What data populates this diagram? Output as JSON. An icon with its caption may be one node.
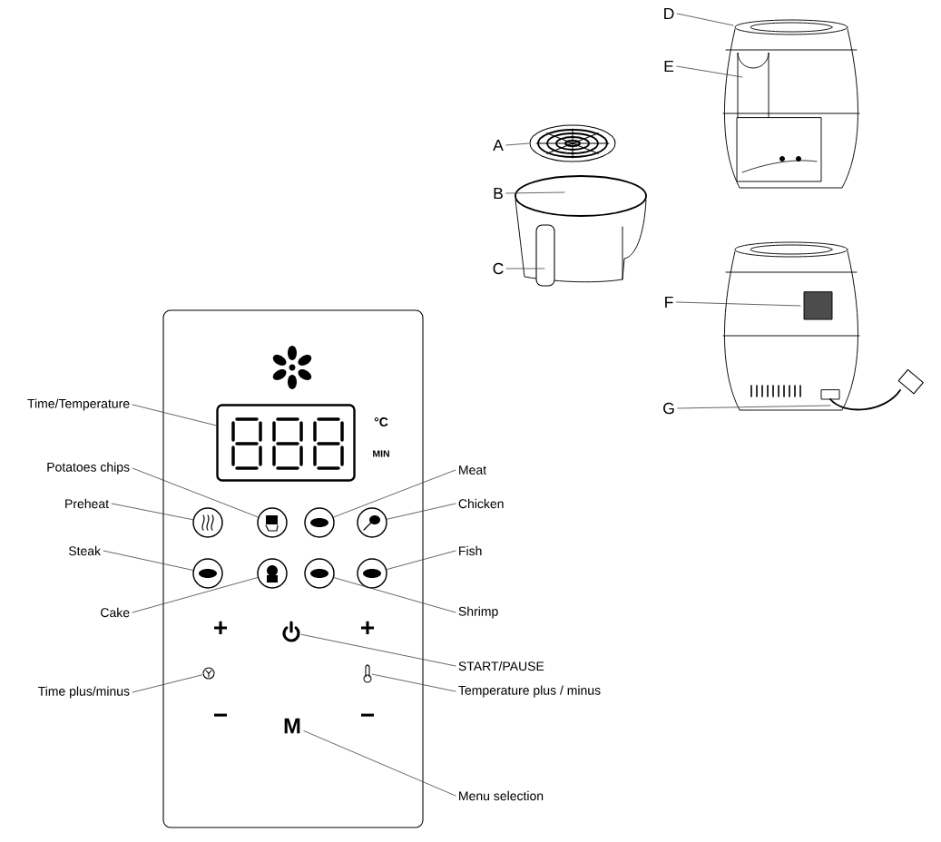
{
  "diagram": {
    "nodes": [
      {
        "text": [],
        "shape": "box"
      },
      {
        "text": [],
        "shape": "box",
        "in": 0
      },
      {
        "text": [],
        "shape": "circle",
        "in": 0
      },
      {
        "text": [],
        "shape": "circle",
        "in": 0
      },
      {
        "text": [],
        "shape": "circle",
        "in": 0
      },
      {
        "text": [],
        "shape": "circle",
        "in": 0
      },
      {
        "text": [],
        "shape": "circle",
        "in": 0
      },
      {
        "text": [],
        "shape": "circle",
        "in": 0
      },
      {
        "text": [],
        "shape": "circle",
        "in": 0
      },
      {
        "text": [],
        "shape": "circle",
        "in": 0
      },
      {
        "text": [],
        "shape": "icon",
        "in": 0
      },
      {
        "text": [],
        "shape": "icon",
        "in": 0
      },
      {
        "text": [],
        "shape": "icon",
        "in": 0
      },
      {
        "text": [
          "M"
        ],
        "in": 0
      },
      {
        "text": [
          "Time/Temperature"
        ]
      },
      {
        "text": [
          "Potatoes chips"
        ]
      },
      {
        "text": [
          "Preheat"
        ]
      },
      {
        "text": [
          "Steak"
        ]
      },
      {
        "text": [
          "Cake"
        ]
      },
      {
        "text": [
          "Time plus/minus"
        ]
      },
      {
        "text": [
          "Meat"
        ]
      },
      {
        "text": [
          "Chicken"
        ]
      },
      {
        "text": [
          "Fish"
        ]
      },
      {
        "text": [
          "Shrimp"
        ]
      },
      {
        "text": [
          "START/PAUSE"
        ]
      },
      {
        "text": [
          "Temperature plus / minus"
        ]
      },
      {
        "text": [
          "Menu selection"
        ]
      },
      {
        "text": [
          "A"
        ]
      },
      {
        "text": [
          "B"
        ]
      },
      {
        "text": [
          "C"
        ]
      },
      {
        "text": [
          "D"
        ]
      },
      {
        "text": [
          "E"
        ]
      },
      {
        "text": [
          "F"
        ]
      },
      {
        "text": [
          "G"
        ]
      },
      {
        "text": [],
        "shape": "picture"
      },
      {
        "text": [],
        "shape": "picture"
      },
      {
        "text": [],
        "shape": "picture"
      },
      {
        "text": [],
        "shape": "picture"
      }
    ],
    "edges": [
      {
        "from": 14,
        "to": 1,
        "arrow": "none"
      },
      {
        "from": 15,
        "to": 3,
        "arrow": "none"
      },
      {
        "from": 16,
        "to": 2,
        "arrow": "none"
      },
      {
        "from": 17,
        "to": 6,
        "arrow": "none"
      },
      {
        "from": 18,
        "to": 7,
        "arrow": "none"
      },
      {
        "from": 19,
        "to": 11,
        "arrow": "none"
      },
      {
        "from": 20,
        "to": 4,
        "arrow": "none"
      },
      {
        "from": 21,
        "to": 5,
        "arrow": "none"
      },
      {
        "from": 22,
        "to": 9,
        "arrow": "none"
      },
      {
        "from": 23,
        "to": 8,
        "arrow": "none"
      },
      {
        "from": 24,
        "to": 10,
        "arrow": "none"
      },
      {
        "from": 25,
        "to": 12,
        "arrow": "none"
      },
      {
        "from": 26,
        "to": 13,
        "arrow": "none"
      },
      {
        "from": 27,
        "to": 34,
        "arrow": "none"
      },
      {
        "from": 28,
        "to": 35,
        "arrow": "none"
      },
      {
        "from": 29,
        "to": 35,
        "arrow": "none"
      },
      {
        "from": 30,
        "to": 36,
        "arrow": "none"
      },
      {
        "from": 31,
        "to": 36,
        "arrow": "none"
      },
      {
        "from": 32,
        "to": 37,
        "arrow": "none"
      },
      {
        "from": 33,
        "to": 37,
        "arrow": "none"
      }
    ],
    "labels": [
      "°C",
      "MIN",
      "+",
      "+",
      "−",
      "−"
    ]
  }
}
